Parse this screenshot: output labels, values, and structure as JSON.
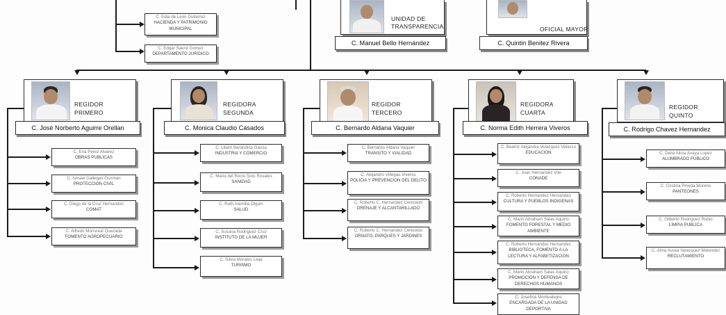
{
  "top_left_boxes": [
    {
      "name": "C. Edia de Leon Gutierrez",
      "area": "HACIENDA Y PATRIMONIO MUNICIPAL"
    },
    {
      "name": "C. Edgar Saenz Gomez",
      "area": "DEPARTAMENTO JURIDICO"
    }
  ],
  "top_units": [
    {
      "title": "UNIDAD DE TRANSPARENCIA",
      "name": "C. Manuel Bello Hernández"
    },
    {
      "title": "OFICIAL MAYOR",
      "name": "C. Quintin Benitez Rivera"
    }
  ],
  "regidores": [
    {
      "title_1": "REGIDOR",
      "title_2": "PRIMERO",
      "name": "C. José Norberto Aguirre Orellan",
      "commissions": [
        {
          "name": "C. Eria Perez Alvarez",
          "area": "OBRAS PUBLICAS"
        },
        {
          "name": "C. Ismael Gallegas Guzman",
          "area": "PROTECCION CIVIL"
        },
        {
          "name": "C. Diego de la Cruz Hernandez",
          "area": "COMAT"
        },
        {
          "name": "C. Alfredo Monsreal Quezada",
          "area": "FOMENTO AGROPECUARIO"
        }
      ]
    },
    {
      "title_1": "REGIDORA",
      "title_2": "SEGUNDA",
      "name": "C. Monica Claudio Casados",
      "commissions": [
        {
          "name": "C. Liliam Barandica Garcia",
          "area": "INDUSTRIA Y COMERCIO"
        },
        {
          "name": "C. Maria del Rocio Soto Rosales",
          "area": "SANIDAD"
        },
        {
          "name": "C. Ruth Alamilla Olguin",
          "area": "SALUD"
        },
        {
          "name": "C. Susana Rodriguez Cruz",
          "area": "INSTITUTO DE LA MUJER"
        },
        {
          "name": "C. Silvia Morales Leija",
          "area": "TURISMO"
        }
      ]
    },
    {
      "title_1": "REGIDOR",
      "title_2": "TERCERO",
      "name": "C. Bernardo Aldana Vaquier",
      "commissions": [
        {
          "name": "C. Bernardo Aldana Vaquier",
          "area": "TRANSITO Y VIALIDAD"
        },
        {
          "name": "C. Alejandro Villegas Viveros",
          "area": "POLICIA Y PREVENCION DEL DELITO"
        },
        {
          "name": "C. Roberto C. Hernandez Cerecedo",
          "area": "DRENAJE Y ALCANTARILLADO"
        },
        {
          "name": "C. Roberto C. Hernandez Cerecedo",
          "area": "ORNATO, PARQUES Y JARDINES"
        }
      ]
    },
    {
      "title_1": "REGIDORA",
      "title_2": "CUARTA",
      "name": "C. Norma Edith Herrera Viveros",
      "commissions": [
        {
          "name": "C. Beatriz Alejandra Velazquez Velazco",
          "area": "EDUCACION"
        },
        {
          "name": "C. Juan Hernandez Vite",
          "area": "CONADE"
        },
        {
          "name": "C. Roberto Hernandez Hernandez",
          "area": "CULTURA Y PUEBLOS INDIGENAS"
        },
        {
          "name": "C. Mario Abraham Salas Aquino",
          "area": "FOMENTO FORESTAL Y MEDIO AMBIENTE"
        },
        {
          "name": "C. Roberto Hernandez Hernandez",
          "area": "BIBLIOTECA, FOMENTO A LA LECTURA Y ALFABETIZACION"
        },
        {
          "name": "C. Mario Abraham Salas Aquino",
          "area": "PROMOCION Y DEFENSA DE DERECHOS HUMANOS"
        },
        {
          "name": "C. Josefina Montealegre",
          "area": "ENCARGADA DE LA UNIDAD DEPORTIVA"
        }
      ]
    },
    {
      "title_1": "REGIDOR",
      "title_2": "QUINTO",
      "name": "C. Rodrigo  Chavez Hernandez",
      "commissions": [
        {
          "name": "C. Delia Alicia Anaya Lopez",
          "area": "ALUMBRADO PUBLICO"
        },
        {
          "name": "C. Cristina Pineda Moreno",
          "area": "PANTEONES"
        },
        {
          "name": "C. Gilberto Rodriguez Rubio",
          "area": "LIMPIA PUBLICA"
        },
        {
          "name": "C. Alma Aurea Velazquez Melendez",
          "area": "RECLUTAMIENTO"
        }
      ]
    }
  ]
}
